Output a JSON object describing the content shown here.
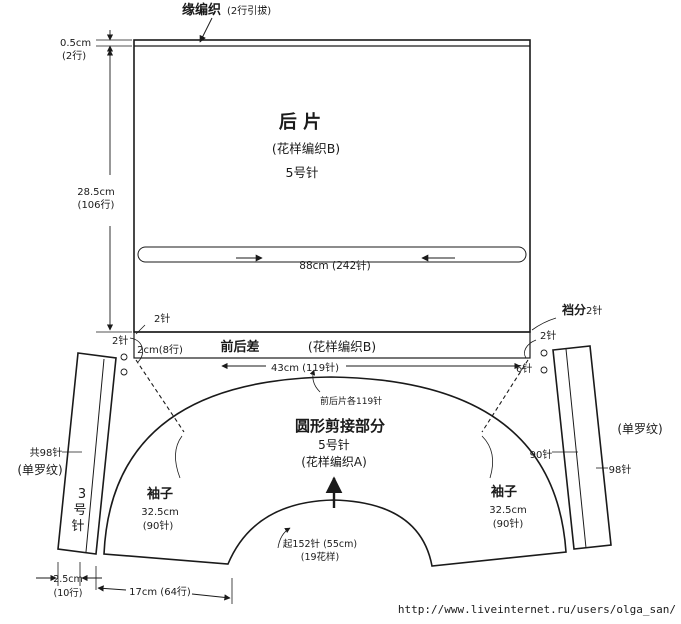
{
  "edge_knit": {
    "title": "缘编织",
    "rows": "(2行引拔)"
  },
  "back_panel": {
    "title": "后 片",
    "pattern": "(花样编织B)",
    "needle": "5号针"
  },
  "dims": {
    "top_band_cm": "0.5cm",
    "top_band_rows": "(2行)",
    "height_cm": "28.5cm",
    "height_rows": "(106行)",
    "width": "88cm (242针)",
    "left_corner_st": "2针",
    "front_back_diff_cm": "2cm(8行)",
    "front_back_diff_label": "前后差",
    "front_pattern": "(花样编织B)",
    "front_width": "43cm (119针)",
    "gusset_label": "裆分",
    "gusset_st": "2针",
    "right_small_st": "2针",
    "right_six_st": "6针",
    "left_sleeve_st": "2针",
    "front_back_each": "前后片各119针",
    "left_ribbing_count": "共98针",
    "left_ribbing_name": "(单罗纹)",
    "left_needle_a": "3",
    "left_needle_b": "号",
    "left_needle_c": "针",
    "right_ribbing_name": "(单罗纹)",
    "right_sts_90": "90针",
    "right_sts_98": "98针",
    "bottom_width_cm": "2.5cm",
    "bottom_width_rows": "(10行)",
    "bottom_len": "17cm (64行)"
  },
  "yoke": {
    "title": "圆形剪接部分",
    "needle": "5号针",
    "pattern": "(花样编织A)",
    "cast_on": "起152针 (55cm)",
    "repeats": "(19花样)"
  },
  "sleeve_left": {
    "title": "袖子",
    "length": "32.5cm",
    "sts": "(90针)"
  },
  "sleeve_right": {
    "title": "袖子",
    "length": "32.5cm",
    "sts": "(90针)"
  },
  "watermark": "http://www.liveinternet.ru/users/olga_san/"
}
